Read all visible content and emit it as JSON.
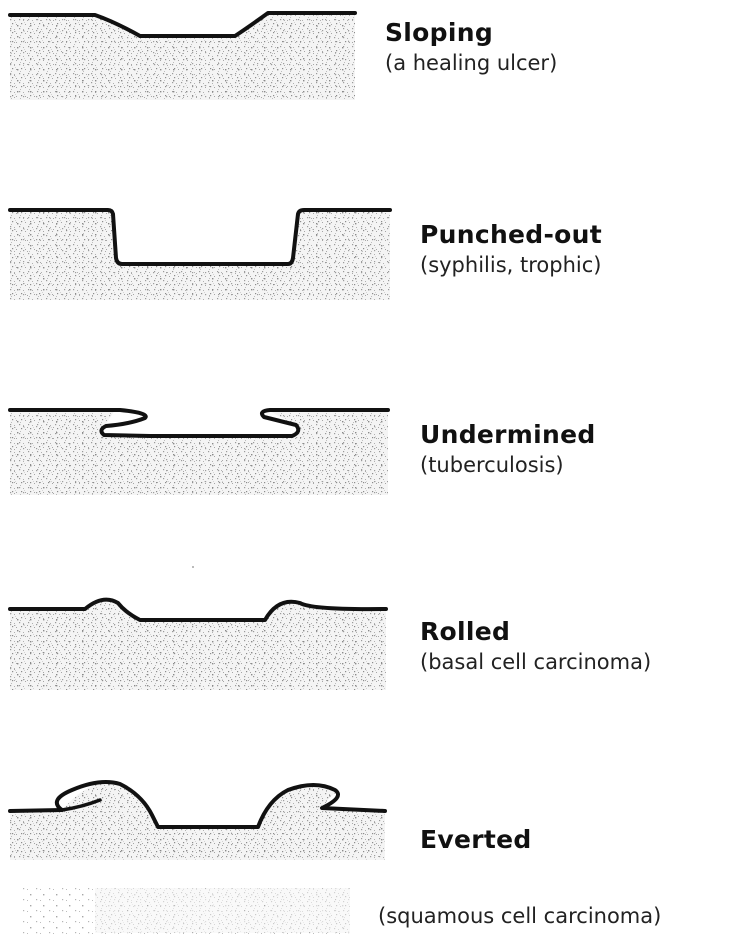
{
  "diagram": {
    "colors": {
      "outline": "#111111",
      "tissue_speckle": "#b8b8b8",
      "background": "#ffffff"
    },
    "profiles": [
      {
        "id": "sloping",
        "title": "Sloping",
        "subtitle": "(a healing ulcer)"
      },
      {
        "id": "punched-out",
        "title": "Punched-out",
        "subtitle": "(syphilis, trophic)"
      },
      {
        "id": "undermined",
        "title": "Undermined",
        "subtitle": "(tuberculosis)"
      },
      {
        "id": "rolled",
        "title": "Rolled",
        "subtitle": "(basal cell carcinoma)"
      },
      {
        "id": "everted",
        "title": "Everted",
        "subtitle": "(squamous cell carcinoma)"
      }
    ]
  }
}
